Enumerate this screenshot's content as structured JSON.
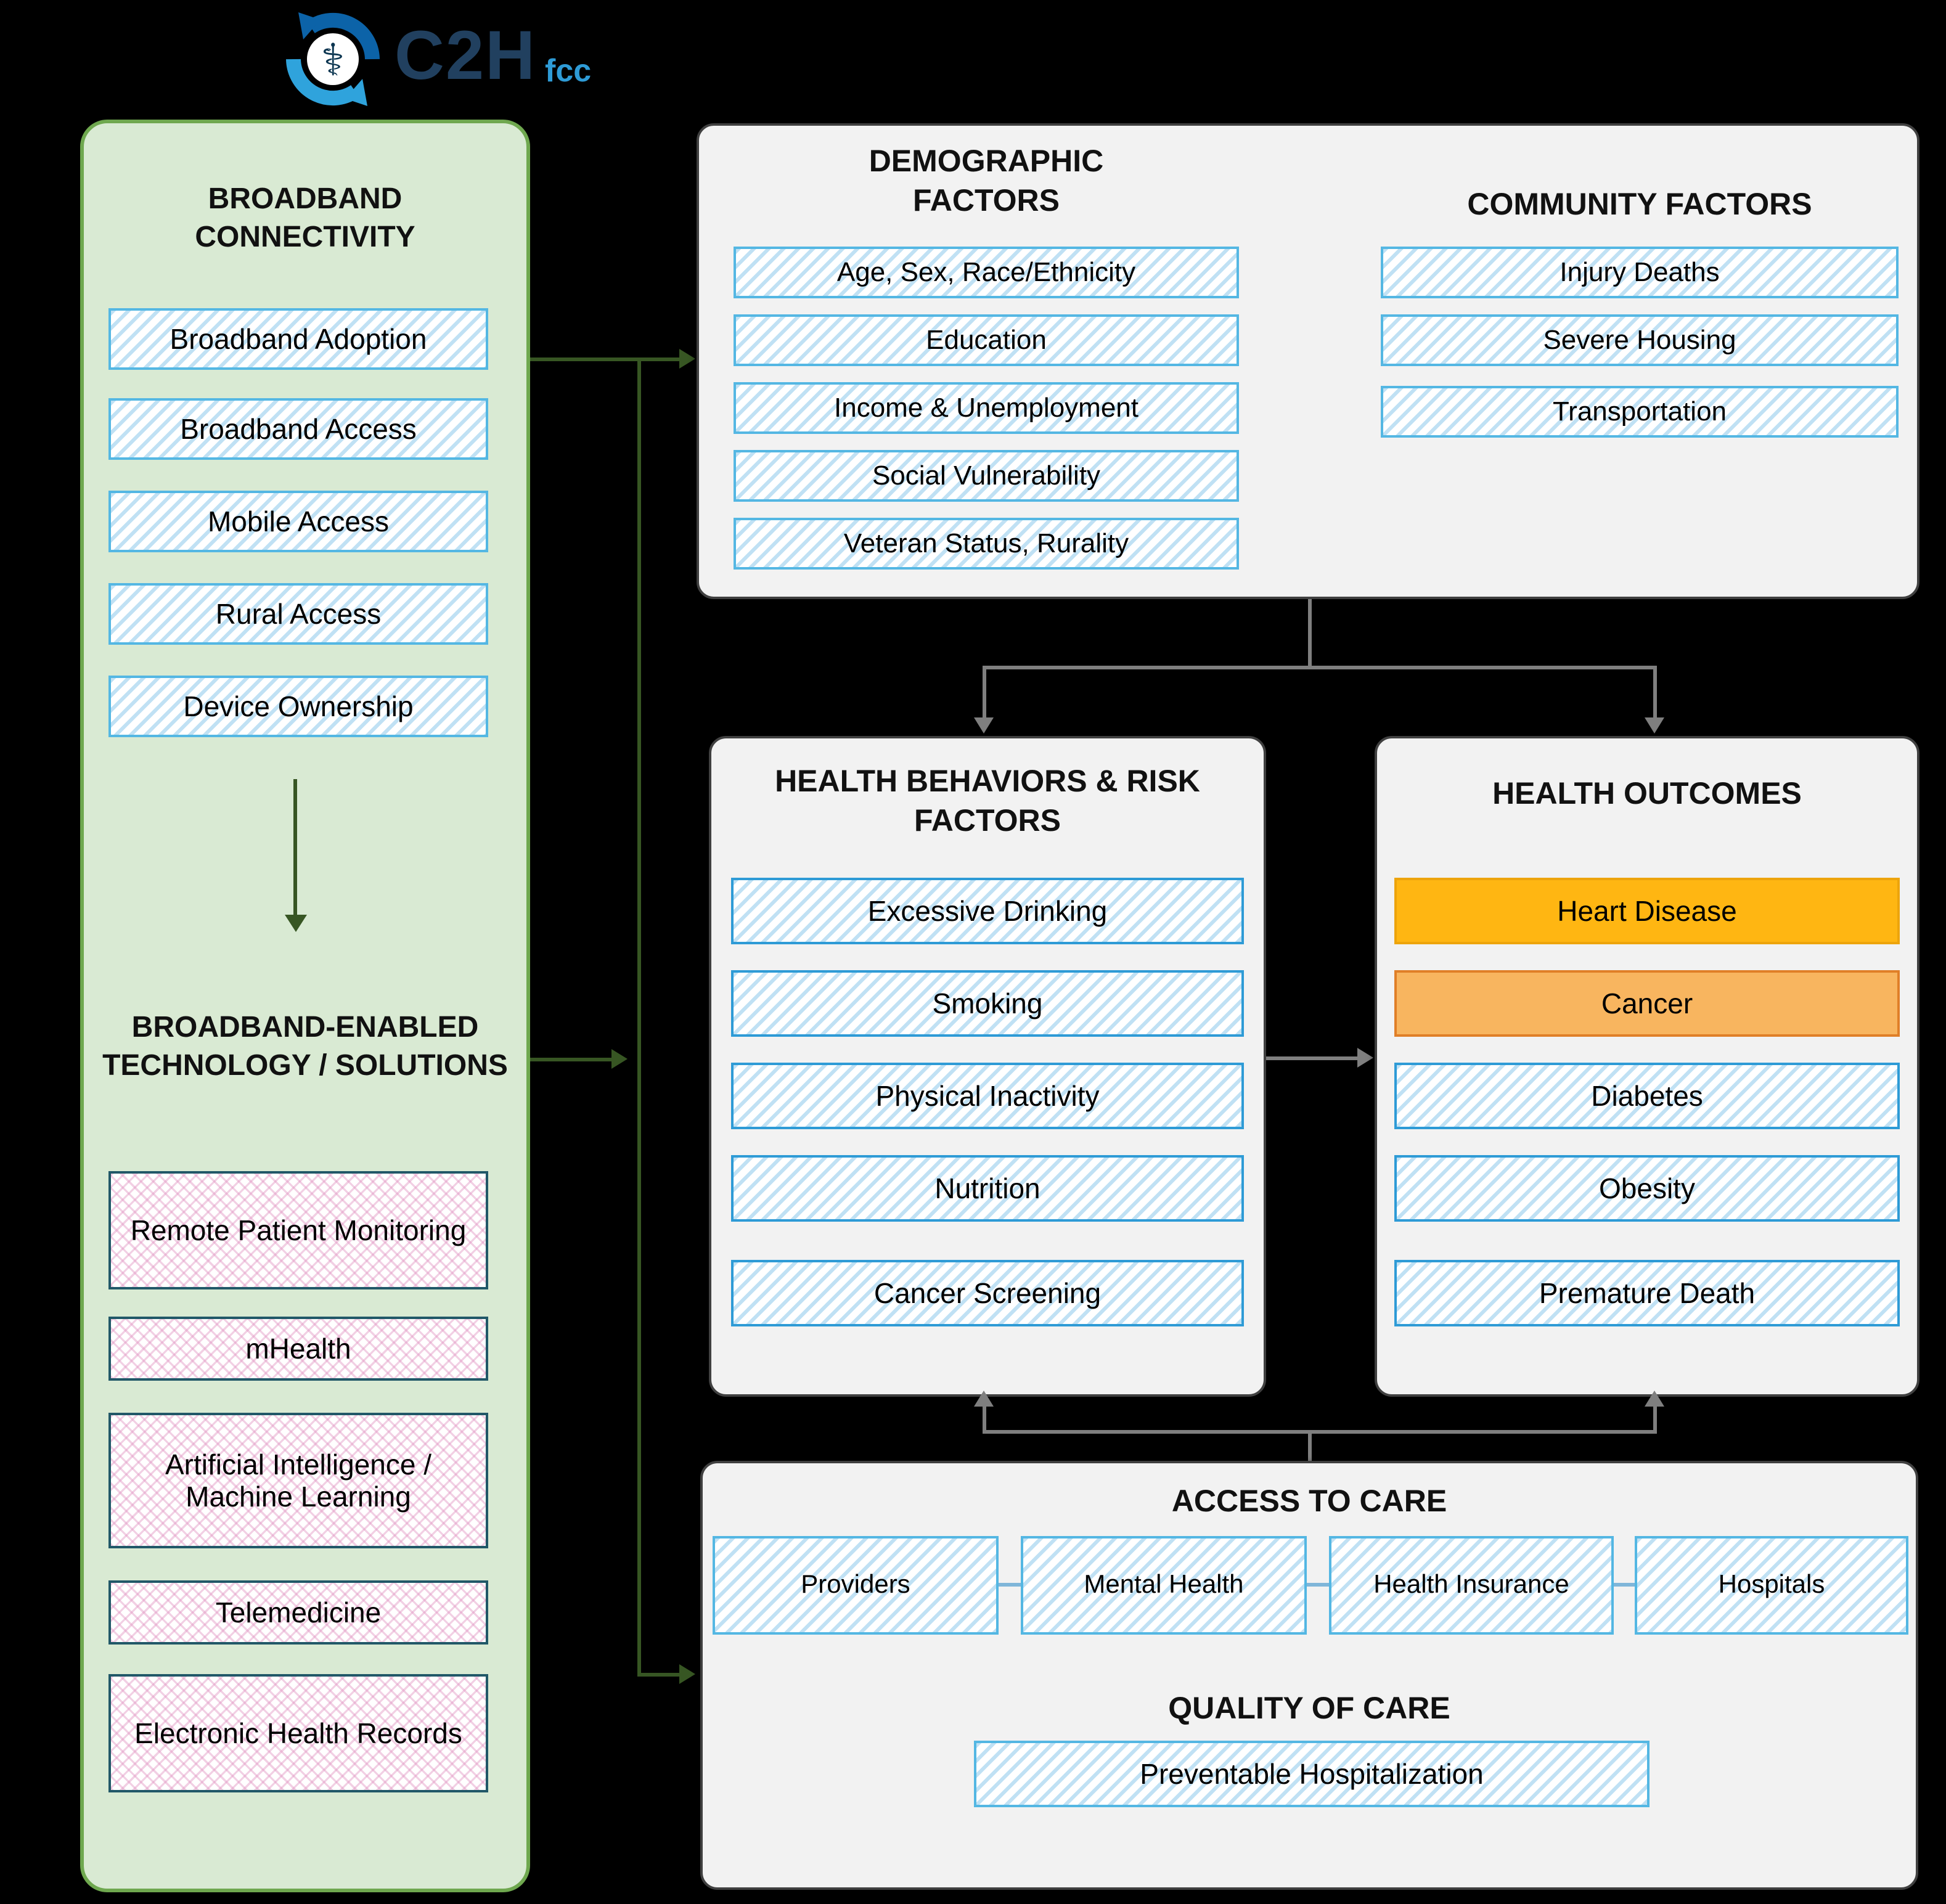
{
  "logo": {
    "text": "C2H",
    "sub": "fcc"
  },
  "panels": {
    "broadband_connectivity": {
      "title": "BROADBAND CONNECTIVITY",
      "items": [
        "Broadband Adoption",
        "Broadband Access",
        "Mobile Access",
        "Rural Access",
        "Device Ownership"
      ]
    },
    "broadband_enabled": {
      "title": "BROADBAND-ENABLED TECHNOLOGY / SOLUTIONS",
      "items": [
        "Remote Patient Monitoring",
        "mHealth",
        "Artificial Intelligence / Machine Learning",
        "Telemedicine",
        "Electronic Health Records"
      ]
    },
    "demographic_factors": {
      "title": "DEMOGRAPHIC FACTORS",
      "items": [
        "Age, Sex, Race/Ethnicity",
        "Education",
        "Income & Unemployment",
        "Social Vulnerability",
        "Veteran Status, Rurality"
      ]
    },
    "community_factors": {
      "title": "COMMUNITY FACTORS",
      "items": [
        "Injury Deaths",
        "Severe Housing",
        "Transportation"
      ]
    },
    "health_behaviors": {
      "title": "HEALTH BEHAVIORS & RISK FACTORS",
      "items": [
        "Excessive Drinking",
        "Smoking",
        "Physical Inactivity",
        "Nutrition",
        "Cancer Screening"
      ]
    },
    "health_outcomes": {
      "title": "HEALTH OUTCOMES",
      "items": [
        "Heart Disease",
        "Cancer",
        "Diabetes",
        "Obesity",
        "Premature Death"
      ],
      "highlighted": [
        {
          "label": "Heart Disease",
          "fill": "#FFB612"
        },
        {
          "label": "Cancer",
          "fill": "#F8B55F"
        }
      ]
    },
    "access_to_care": {
      "title": "ACCESS TO CARE",
      "items": [
        "Providers",
        "Mental Health",
        "Health Insurance",
        "Hospitals"
      ]
    },
    "quality_of_care": {
      "title": "QUALITY OF CARE",
      "items": [
        "Preventable Hospitalization"
      ]
    }
  },
  "colors": {
    "background": "#000000",
    "green_panel_fill": "#D9EAD3",
    "green_panel_border": "#6FA84F",
    "green_arrow": "#375623",
    "gray_panel_fill": "#F2F2F2",
    "gray_panel_border": "#404040",
    "gray_arrow": "#7F7F7F",
    "blue_box_border": "#54B7E3",
    "teal_box_border": "#215868",
    "heart_disease_fill": "#FFB612",
    "cancer_fill": "#F8B55F"
  }
}
